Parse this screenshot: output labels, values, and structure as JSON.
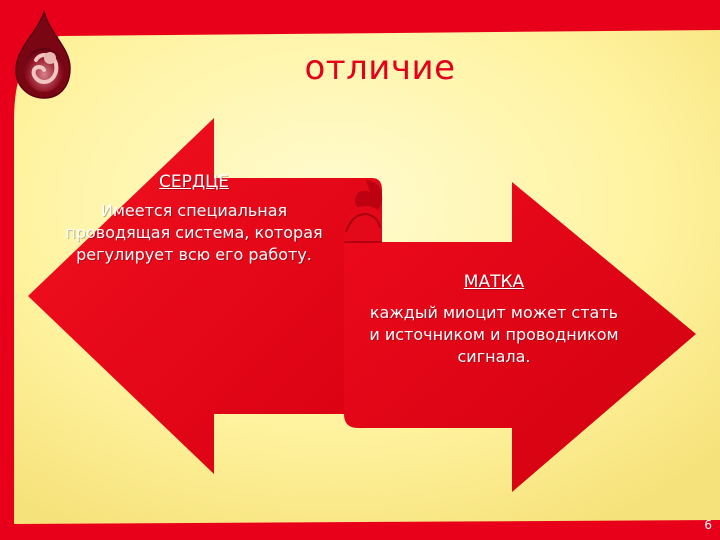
{
  "slide": {
    "title": "отличие",
    "page_number": "6",
    "colors": {
      "accent": "#e4001b",
      "background_light": "#fff7a8",
      "background_red": "#e8001a"
    }
  },
  "left_arrow": {
    "heading": "СЕРДЦЕ",
    "text": "Имеется специальная проводящая система, которая регулирует всю его работу."
  },
  "right_arrow": {
    "heading": "МАТКА",
    "text": "каждый миоцит может стать и источником и проводником сигнала."
  },
  "logo": {
    "icon": "blood-drop-embryo-icon"
  }
}
